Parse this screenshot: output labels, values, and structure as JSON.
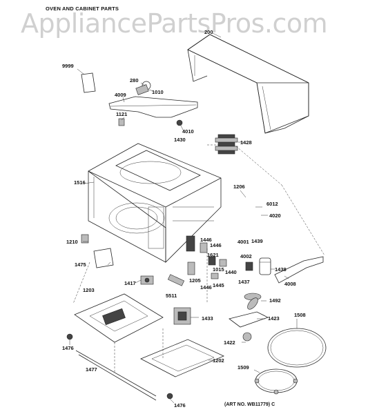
{
  "header": {
    "title": "OVEN AND CABINET PARTS"
  },
  "watermark": {
    "text": "AppliancePartsPros.com"
  },
  "footer": {
    "art_no": "(ART NO. WB11779) C"
  },
  "part_labels": {
    "p200": "200",
    "p9999": "9999",
    "p280": "280",
    "p1010": "1010",
    "p4009": "4009",
    "p1121": "1121",
    "p4010": "4010",
    "p1430": "1430",
    "p1428": "1428",
    "p1516": "1516",
    "p1206": "1206",
    "p6012": "6012",
    "p4020": "4020",
    "p1210": "1210",
    "p1446a": "1446",
    "p1446b": "1446",
    "p4001": "4001",
    "p1439": "1439",
    "p1621": "1621",
    "p4002": "4002",
    "p1015": "1015",
    "p1475": "1475",
    "p1438": "1438",
    "p1440": "1440",
    "p1205": "1205",
    "p1445": "1445",
    "p1437": "1437",
    "p4008": "4008",
    "p1417": "1417",
    "p1446c": "1446",
    "p5511": "5511",
    "p1492": "1492",
    "p1203": "1203",
    "p1433": "1433",
    "p1423": "1423",
    "p1508": "1508",
    "p1476a": "1476",
    "p1422": "1422",
    "p1202": "1202",
    "p1477": "1477",
    "p1509": "1509",
    "p1476b": "1476"
  }
}
